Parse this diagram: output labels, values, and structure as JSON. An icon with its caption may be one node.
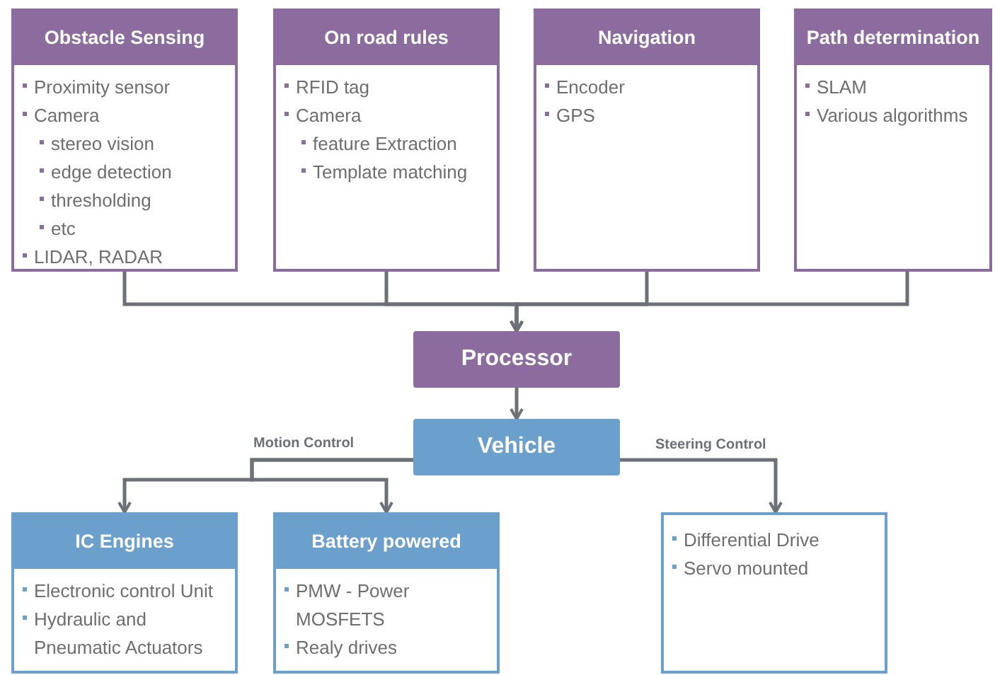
{
  "diagram": {
    "nodes": [
      {
        "text": [
          "Obstacle Sensing",
          "Proximity sensor",
          "Camera",
          "stereo vision",
          "edge detection",
          "thresholding",
          "etc",
          "LIDAR, RADAR"
        ]
      },
      {
        "text": [
          "On road rules",
          "RFID tag",
          "Camera",
          "feature Extraction",
          "Template matching"
        ]
      },
      {
        "text": [
          "Navigation",
          "Encoder",
          "GPS"
        ]
      },
      {
        "text": [
          "Path determination",
          "SLAM",
          "Various algorithms"
        ]
      },
      {
        "text": [
          "Processor"
        ]
      },
      {
        "text": [
          "Vehicle"
        ]
      },
      {
        "text": [
          "IC Engines",
          "Electronic control Unit",
          "Hydraulic and Pneumatic Actuators"
        ]
      },
      {
        "text": [
          "Battery powered",
          "PMW - Power MOSFETS",
          "Realy drives"
        ]
      },
      {
        "text": [
          "Differential Drive",
          "Servo mounted"
        ]
      }
    ],
    "edges": [
      {
        "from": 0,
        "to": 4,
        "arrow": "to"
      },
      {
        "from": 1,
        "to": 4,
        "arrow": "to"
      },
      {
        "from": 2,
        "to": 4,
        "arrow": "to"
      },
      {
        "from": 3,
        "to": 4,
        "arrow": "to"
      },
      {
        "from": 4,
        "to": 5,
        "arrow": "to"
      },
      {
        "from": 5,
        "to": 6,
        "arrow": "to",
        "label": "Motion Control"
      },
      {
        "from": 5,
        "to": 7,
        "arrow": "to"
      },
      {
        "from": 5,
        "to": 8,
        "arrow": "to",
        "label": "Steering Control"
      }
    ]
  }
}
